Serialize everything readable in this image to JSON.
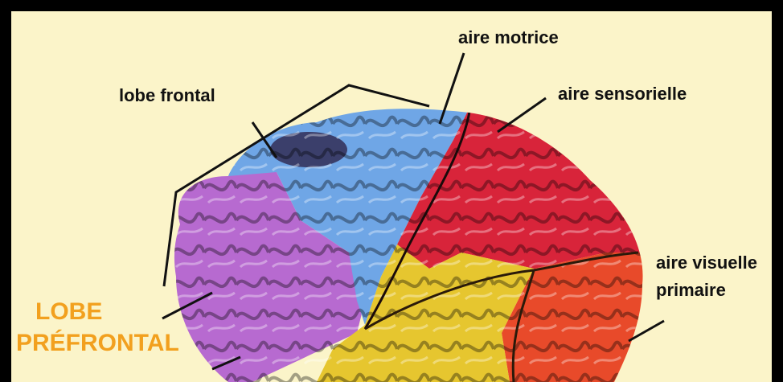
{
  "labels": {
    "lobe_frontal": "lobe frontal",
    "aire_motrice": "aire motrice",
    "aire_sensorielle": "aire sensorielle",
    "aire_visuelle_line1": "aire visuelle",
    "aire_visuelle_line2": "primaire",
    "lobe_prefrontal_line1": "LOBE",
    "lobe_prefrontal_line2": "PRÉFRONTAL"
  },
  "colors": {
    "background": "#fbf4c9",
    "frame": "#000000",
    "prefrontal": "#b76ad0",
    "motor": "#6fa6e6",
    "sensory": "#d8243a",
    "visual": "#e84a2a",
    "temporal": "#e6c62f",
    "label_accent": "#f2a01e"
  }
}
